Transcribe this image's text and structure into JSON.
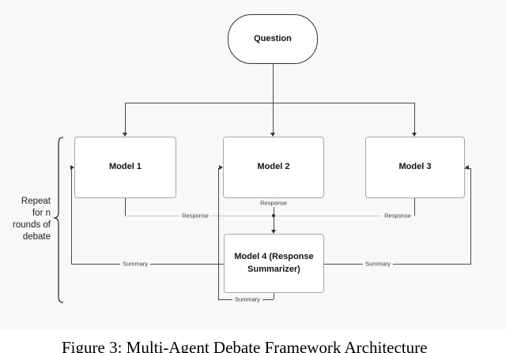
{
  "diagram": {
    "question": "Question",
    "model1": "Model 1",
    "model2": "Model 2",
    "model3": "Model 3",
    "model4_line1": "Model 4 (Response",
    "model4_line2": "Summarizer)",
    "labels": {
      "response": "Response",
      "summary": "Summary"
    },
    "note": {
      "line1": "Repeat",
      "line2": "for n",
      "line3": "rounds of",
      "line4": "debate"
    }
  },
  "caption": "Figure 3: Multi-Agent Debate Framework Architecture",
  "colors": {
    "diagram_background": "#f8f8f8",
    "node_border": "#a8a8a8",
    "question_border": "#333333",
    "connector_dark": "#4a4a4a",
    "connector_light": "#c9c9c9",
    "edge_label_text": "#3a3a3a"
  }
}
